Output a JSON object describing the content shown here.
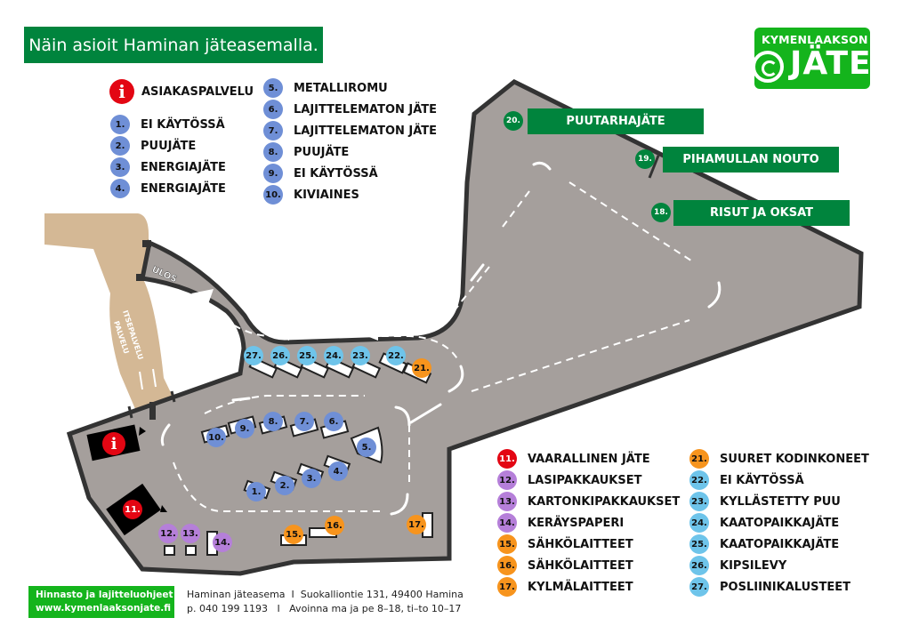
{
  "header": {
    "title": "Näin asioit Haminan jäteasemalla.",
    "logo_top": "KYMENLAAKSON",
    "logo_main": "JÄTE"
  },
  "colors": {
    "title_green": "#00843d",
    "logo_green": "#14b41c",
    "area_gray": "#a59f9c",
    "outline": "#333333",
    "road_tan": "#d4b895",
    "red": "#e30613",
    "blue": "#6f8fd6",
    "light_blue": "#6ec4ea",
    "purple": "#b57fd9",
    "orange": "#f7941d"
  },
  "legend_info": {
    "icon": "i",
    "label": "ASIAKASPALVELU"
  },
  "legend_left": [
    {
      "num": "1.",
      "label": "EI KÄYTÖSSÄ",
      "color": "#6f8fd6"
    },
    {
      "num": "2.",
      "label": "PUUJÄTE",
      "color": "#6f8fd6"
    },
    {
      "num": "3.",
      "label": "ENERGIAJÄTE",
      "color": "#6f8fd6"
    },
    {
      "num": "4.",
      "label": "ENERGIAJÄTE",
      "color": "#6f8fd6"
    }
  ],
  "legend_right": [
    {
      "num": "5.",
      "label": "METALLIROMU",
      "color": "#6f8fd6"
    },
    {
      "num": "6.",
      "label": "LAJITTELEMATON JÄTE",
      "color": "#6f8fd6"
    },
    {
      "num": "7.",
      "label": "LAJITTELEMATON JÄTE",
      "color": "#6f8fd6"
    },
    {
      "num": "8.",
      "label": "PUUJÄTE",
      "color": "#6f8fd6"
    },
    {
      "num": "9.",
      "label": "EI KÄYTÖSSÄ",
      "color": "#6f8fd6"
    },
    {
      "num": "10.",
      "label": "KIVIAINES",
      "color": "#6f8fd6"
    }
  ],
  "legend_bottom_a": [
    {
      "num": "11.",
      "label": "VAARALLINEN JÄTE",
      "color": "#e30613",
      "text_color": "#ffffff"
    },
    {
      "num": "12.",
      "label": "LASIPAKKAUKSET",
      "color": "#b57fd9"
    },
    {
      "num": "13.",
      "label": "KARTONKIPAKKAUKSET",
      "color": "#b57fd9"
    },
    {
      "num": "14.",
      "label": "KERÄYSPAPERI",
      "color": "#b57fd9"
    },
    {
      "num": "15.",
      "label": "SÄHKÖLAITTEET",
      "color": "#f7941d"
    },
    {
      "num": "16.",
      "label": "SÄHKÖLAITTEET",
      "color": "#f7941d"
    },
    {
      "num": "17.",
      "label": "KYLMÄLAITTEET",
      "color": "#f7941d"
    }
  ],
  "legend_bottom_b": [
    {
      "num": "21.",
      "label": "SUURET KODINKONEET",
      "color": "#f7941d"
    },
    {
      "num": "22.",
      "label": "EI KÄYTÖSSÄ",
      "color": "#6ec4ea"
    },
    {
      "num": "23.",
      "label": "KYLLÄSTETTY PUU",
      "color": "#6ec4ea"
    },
    {
      "num": "24.",
      "label": "KAATOPAIKKAJÄTE",
      "color": "#6ec4ea"
    },
    {
      "num": "25.",
      "label": "KAATOPAIKKAJÄTE",
      "color": "#6ec4ea"
    },
    {
      "num": "26.",
      "label": "KIPSILEVY",
      "color": "#6ec4ea"
    },
    {
      "num": "27.",
      "label": "POSLIINIKALUSTEET",
      "color": "#6ec4ea"
    }
  ],
  "signs": [
    {
      "num": "20.",
      "label": "PUUTARHAJÄTE"
    },
    {
      "num": "19.",
      "label": "PIHAMULLAN NOUTO"
    },
    {
      "num": "18.",
      "label": "RISUT JA OKSAT"
    }
  ],
  "map_labels": {
    "exit": "ULOS",
    "self_service_1": "ITSEPALVELU",
    "self_service_2": "PALVELU",
    "info": "i"
  },
  "map_markers": [
    {
      "num": "1.",
      "color": "#6f8fd6"
    },
    {
      "num": "2.",
      "color": "#6f8fd6"
    },
    {
      "num": "3.",
      "color": "#6f8fd6"
    },
    {
      "num": "4.",
      "color": "#6f8fd6"
    },
    {
      "num": "5.",
      "color": "#6f8fd6"
    },
    {
      "num": "6.",
      "color": "#6f8fd6"
    },
    {
      "num": "7.",
      "color": "#6f8fd6"
    },
    {
      "num": "8.",
      "color": "#6f8fd6"
    },
    {
      "num": "9.",
      "color": "#6f8fd6"
    },
    {
      "num": "10.",
      "color": "#6f8fd6"
    },
    {
      "num": "11.",
      "color": "#e30613"
    },
    {
      "num": "12.",
      "color": "#b57fd9"
    },
    {
      "num": "13.",
      "color": "#b57fd9"
    },
    {
      "num": "14.",
      "color": "#b57fd9"
    },
    {
      "num": "15.",
      "color": "#f7941d"
    },
    {
      "num": "16.",
      "color": "#f7941d"
    },
    {
      "num": "17.",
      "color": "#f7941d"
    },
    {
      "num": "21.",
      "color": "#f7941d"
    },
    {
      "num": "22.",
      "color": "#6ec4ea"
    },
    {
      "num": "23.",
      "color": "#6ec4ea"
    },
    {
      "num": "24.",
      "color": "#6ec4ea"
    },
    {
      "num": "25.",
      "color": "#6ec4ea"
    },
    {
      "num": "26.",
      "color": "#6ec4ea"
    },
    {
      "num": "27.",
      "color": "#6ec4ea"
    }
  ],
  "footer": {
    "link_line1": "Hinnasto ja lajitteluohjeet",
    "link_line2": "www.kymenlaaksonjate.fi",
    "address_line": "Haminan jäteasema  I  Suokalliontie 131, 49400 Hamina",
    "hours_line": "p. 040 199 1193   I   Avoinna ma ja pe 8–18, ti–to 10–17"
  }
}
